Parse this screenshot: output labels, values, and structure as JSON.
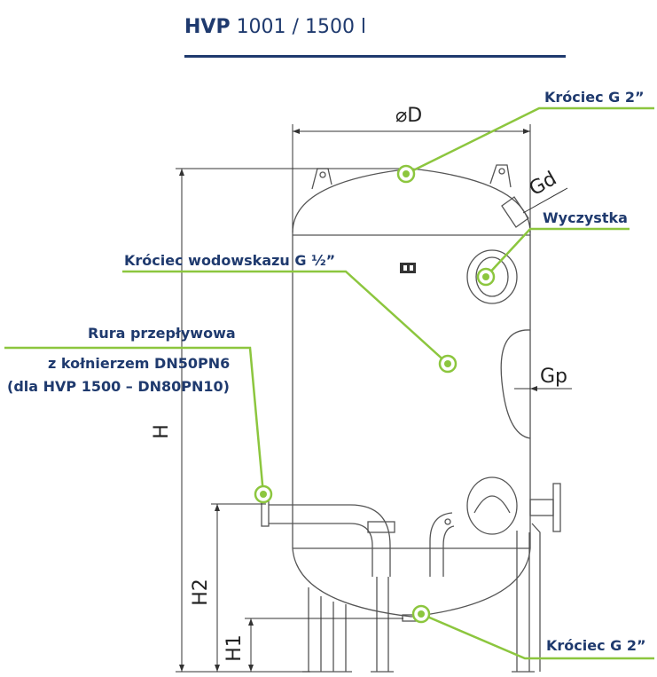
{
  "title": {
    "model": "HVP",
    "rest": "1001 / 1500 l"
  },
  "colors": {
    "navy": "#1f3a6e",
    "green": "#8cc63e",
    "line": "#555555"
  },
  "callouts": {
    "top_nozzle": "Króciec G 2”",
    "cleanout": "Wyczystka",
    "gauge_nozzle": "Króciec wodowskazu G ½”",
    "flow_pipe_line1": "Rura przepływowa",
    "flow_pipe_line2": "z kołnierzem DN50PN6",
    "flow_pipe_line3": "(dla HVP 1500 – DN80PN10)",
    "bottom_nozzle": "Króciec G 2”"
  },
  "dimensions": {
    "diameter": "⌀D",
    "gd": "Gd",
    "gp": "Gp",
    "h": "H",
    "h2": "H2",
    "h1": "H1"
  }
}
